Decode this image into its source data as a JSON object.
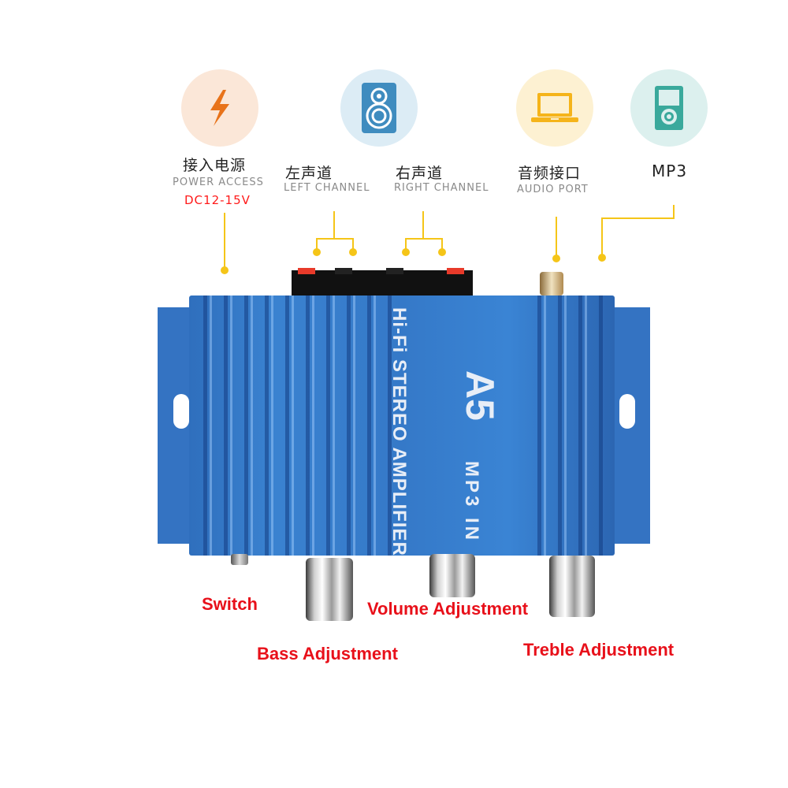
{
  "features": [
    {
      "id": "power",
      "icon": "lightning-bolt-icon",
      "icon_bg": "#fbe7d8",
      "icon_color": "#e8731a",
      "cn": "接入电源",
      "en": "POWER ACCESS",
      "sub": "DC12-15V",
      "sub_color": "#ff1a1a"
    },
    {
      "id": "speaker",
      "icon": "speaker-icon",
      "icon_bg": "#dcecf5",
      "icon_color": "#3f8cbf"
    },
    {
      "id": "left",
      "cn": "左声道",
      "en": "LEFT CHANNEL"
    },
    {
      "id": "right",
      "cn": "右声道",
      "en": "RIGHT CHANNEL"
    },
    {
      "id": "audio",
      "icon": "laptop-icon",
      "icon_bg": "#fdf1d2",
      "icon_color": "#f5b41a",
      "cn": "音频接口",
      "en": "AUDIO PORT"
    },
    {
      "id": "mp3",
      "icon": "mp3-player-icon",
      "icon_bg": "#dcf0ee",
      "icon_color": "#3aa99c",
      "cn": "MP3"
    }
  ],
  "device": {
    "model": "A5",
    "line1": "Hi-Fi STEREO AMPLIFIER",
    "line2": "MP3 IN",
    "body_color": "#3579c8"
  },
  "callouts": {
    "switch": "Switch",
    "bass": "Bass Adjustment",
    "volume": "Volume Adjustment",
    "treble": "Treble Adjustment",
    "color": "#e8101a"
  },
  "connector_color": "#f5c518"
}
